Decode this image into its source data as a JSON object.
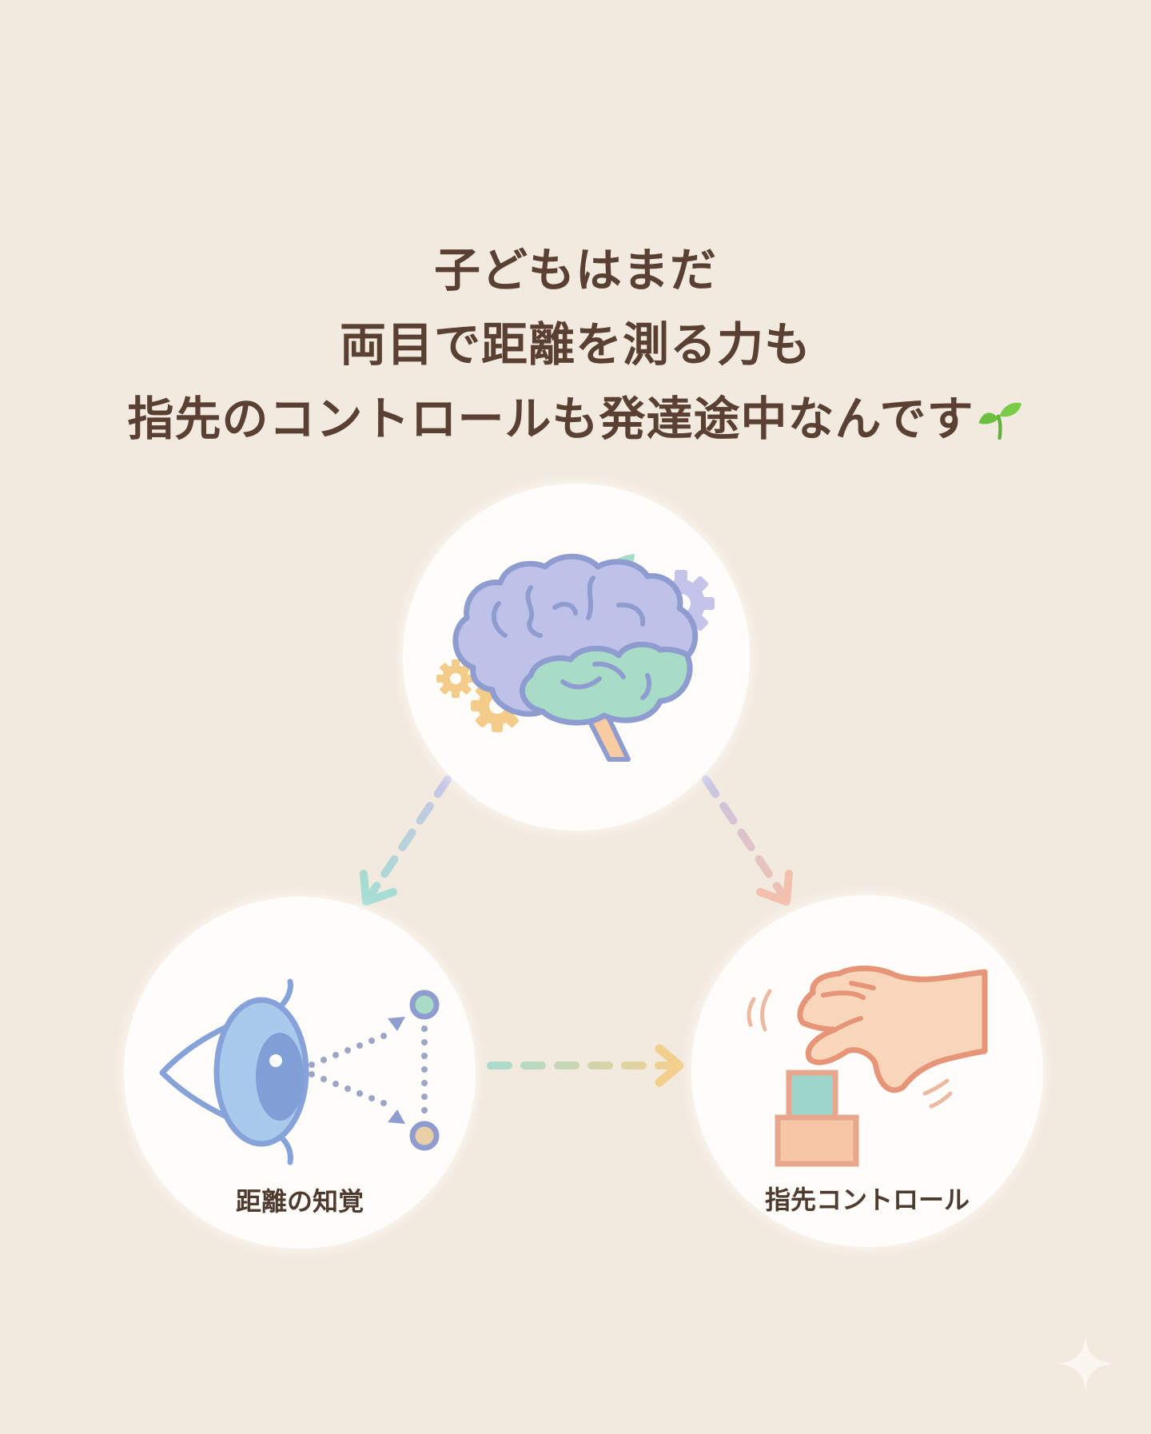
{
  "title": {
    "lines": [
      "子どもはまだ",
      "両目で距離を測る力も",
      "指先のコントロールも発達途中なんです"
    ],
    "trailing_icon": "sprout-icon"
  },
  "diagram": {
    "center_node": {
      "icon": "brain-with-sprout-and-gears-icon"
    },
    "left_node": {
      "icon": "eye-depth-perception-icon",
      "label": "距離の知覚"
    },
    "right_node": {
      "icon": "hand-grabbing-block-icon",
      "label": "指先コントロール"
    },
    "arrows": [
      {
        "from": "center_node",
        "to": "left_node",
        "style": "dashed"
      },
      {
        "from": "center_node",
        "to": "right_node",
        "style": "dashed"
      },
      {
        "from": "left_node",
        "to": "right_node",
        "style": "dashed"
      }
    ]
  },
  "colors": {
    "background": "#f2eadf",
    "title_text": "#5a4032",
    "brain_purple": "#aeb3dc",
    "brain_green": "#a9dcc6",
    "gear_yellow": "#f3c782",
    "eye_blue": "#7f9fd6",
    "hand_peach": "#f8d1b2",
    "hand_outline": "#e69579"
  },
  "watermark": {
    "icon": "sparkle-icon"
  }
}
